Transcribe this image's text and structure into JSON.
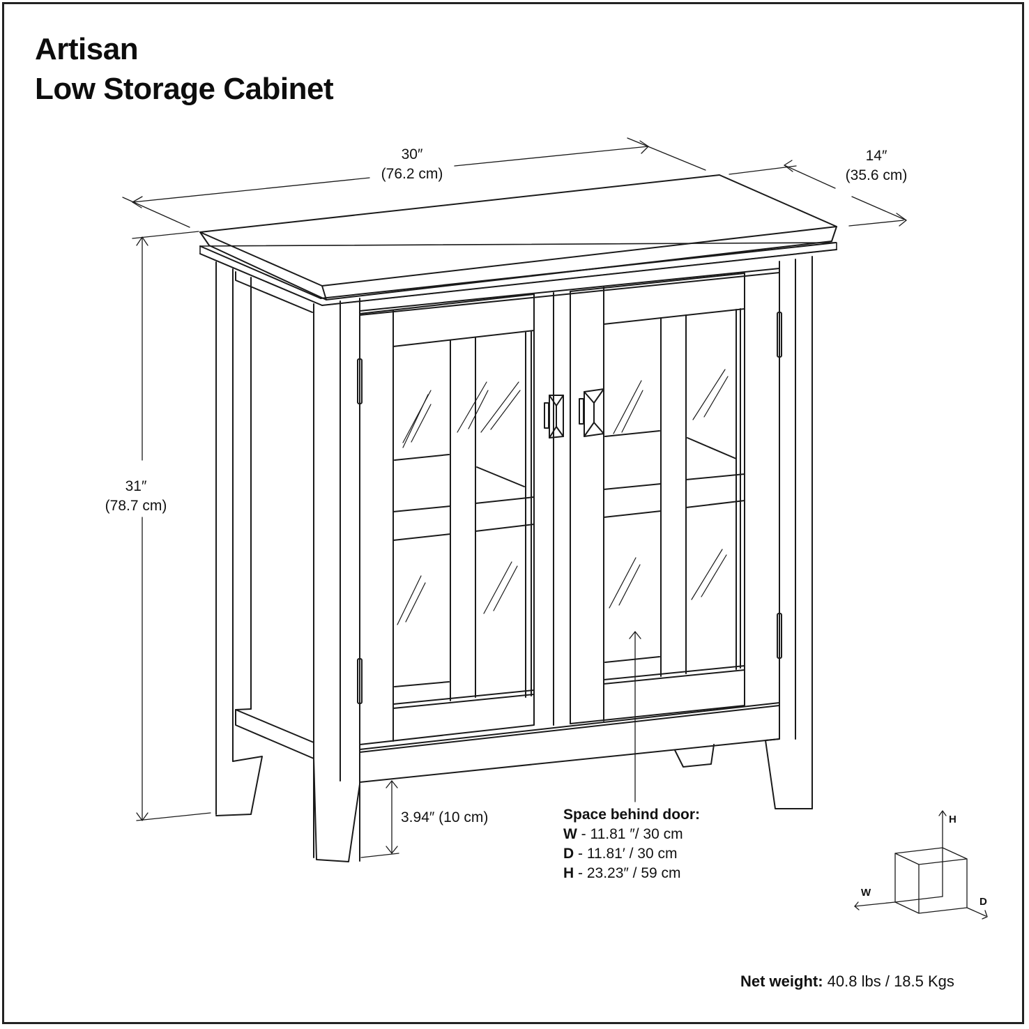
{
  "title": {
    "line1": "Artisan",
    "line2": "Low Storage Cabinet"
  },
  "dimensions": {
    "width": {
      "imperial": "30″",
      "metric": "(76.2 cm)"
    },
    "depth": {
      "imperial": "14″",
      "metric": "(35.6 cm)"
    },
    "height": {
      "imperial": "31″",
      "metric": "(78.7 cm)"
    },
    "leg_clearance": "3.94″ (10 cm)"
  },
  "space_behind_door": {
    "heading": "Space behind door:",
    "rows": [
      {
        "key": "W",
        "value": " - 11.81 ″/ 30 cm"
      },
      {
        "key": "D",
        "value": " - 11.81′ / 30 cm"
      },
      {
        "key": "H",
        "value": " - 23.23″ / 59 cm"
      }
    ]
  },
  "axis_legend": {
    "h": "H",
    "w": "W",
    "d": "D"
  },
  "net_weight": {
    "label": "Net weight:",
    "value": " 40.8 lbs / 18.5 Kgs"
  },
  "colors": {
    "line": "#1a1a1a",
    "background": "#ffffff",
    "border": "#222222"
  }
}
